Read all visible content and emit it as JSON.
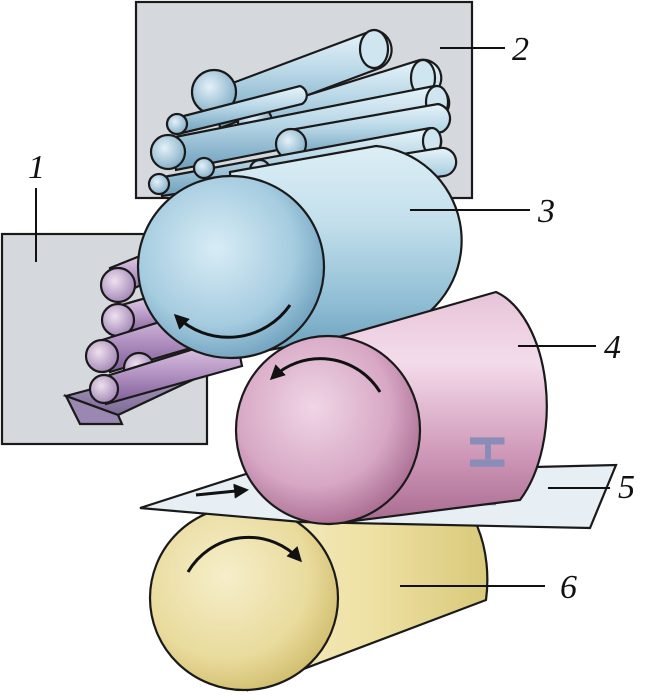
{
  "callouts": [
    "1",
    "2",
    "3",
    "4",
    "5",
    "6"
  ],
  "sheet_letter": "H",
  "colors": {
    "panel": "#d5d9de",
    "blue_cylinder": "#b3d4e3",
    "pink_cylinder": "#ddb3cd",
    "yellow_cylinder": "#eee3a8",
    "sheet": "#e7eef4",
    "sheet_print": "#8a8db8"
  }
}
